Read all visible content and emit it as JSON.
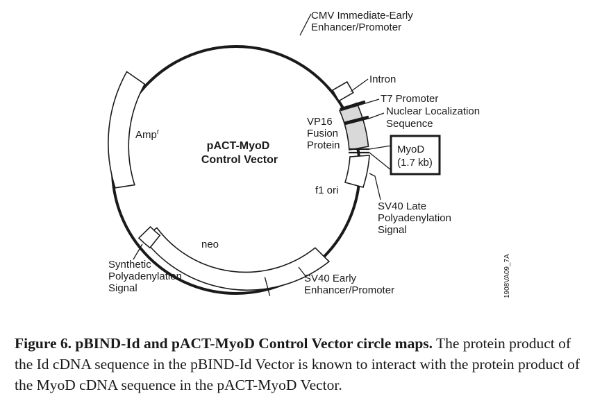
{
  "diagram": {
    "title_line1": "pACT-MyoD",
    "title_line2": "Control Vector",
    "labels": {
      "cmv_1": "CMV Immediate-Early",
      "cmv_2": "Enhancer/Promoter",
      "intron": "Intron",
      "t7": "T7 Promoter",
      "nls_1": "Nuclear Localization",
      "nls_2": "Sequence",
      "vp16_1": "VP16",
      "vp16_2": "Fusion",
      "vp16_3": "Protein",
      "myod_1": "MyoD",
      "myod_2": "(1.7 kb)",
      "f1ori": "f1 ori",
      "sv40late_1": "SV40 Late",
      "sv40late_2": "Polyadenylation",
      "sv40late_3": "Signal",
      "amp": "Amp",
      "amp_sup": "r",
      "neo": "neo",
      "synth_1": "Synthetic",
      "synth_2": "Polyadenylation",
      "synth_3": "Signal",
      "sv40early_1": "SV40 Early",
      "sv40early_2": "Enhancer/Promoter",
      "fig_code": "1908VA09_7A"
    },
    "colors": {
      "stroke": "#1a1a1a",
      "vp16_fill": "#d9d9d9",
      "segment_fill": "#ffffff"
    }
  },
  "caption": {
    "bold": "Figure 6. pBIND-Id and pACT-MyoD Control Vector circle maps.",
    "text": " The protein product of the Id cDNA sequence in the pBIND-Id Vector is known to interact with the protein product of the MyoD cDNA sequence in the pACT-MyoD Vector."
  }
}
